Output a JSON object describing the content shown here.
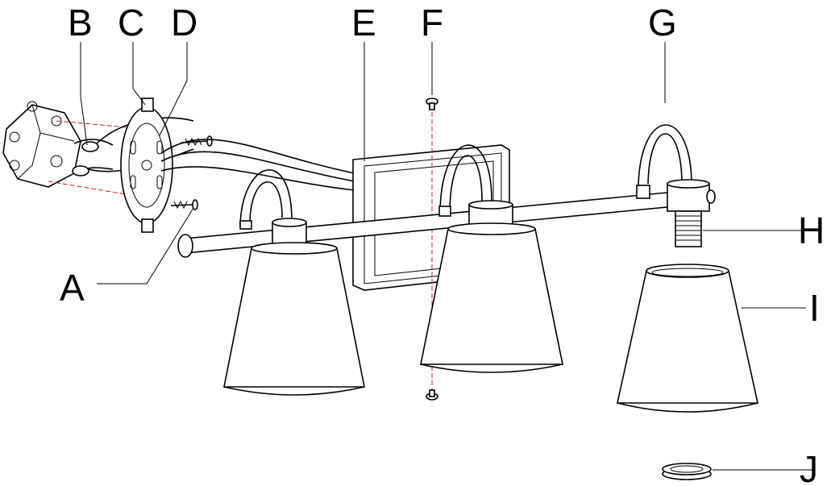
{
  "labels": {
    "a": "A",
    "b": "B",
    "c": "C",
    "d": "D",
    "e": "E",
    "f": "F",
    "g": "G",
    "h": "H",
    "i": "I",
    "j": "J"
  },
  "colors": {
    "line": "#000000",
    "guide": "#d02020",
    "background": "#ffffff"
  }
}
